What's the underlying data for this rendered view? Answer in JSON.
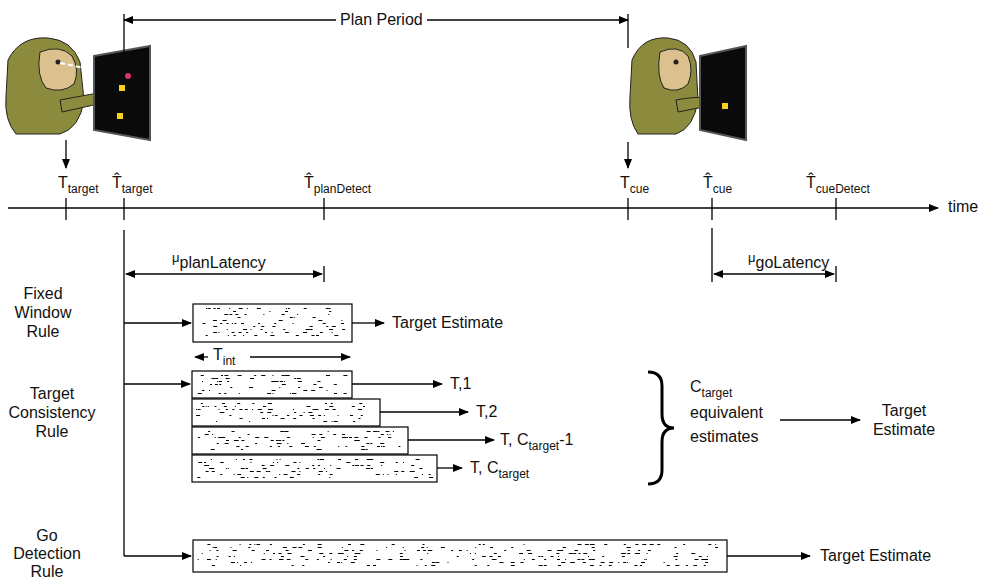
{
  "diagram": {
    "labels": [
      "Plan Period",
      "T",
      "target",
      "T̂",
      "target",
      "T̂",
      "planDetect",
      "T",
      "cue",
      "T̂",
      "cue",
      "T̂",
      "cueDetect",
      "time",
      "μ",
      "planLatency",
      "μ",
      "goLatency",
      "Fixed Window Rule",
      "Target Estimate",
      "T",
      "int",
      "Target Consistency Rule",
      "T,1",
      "T,2",
      "T, C",
      "target",
      "-1",
      "T, C",
      "target",
      "C",
      "target",
      "equivalent",
      "estimates",
      "Target Estimate",
      "Go Detection Rule",
      "Target Estimate"
    ]
  }
}
